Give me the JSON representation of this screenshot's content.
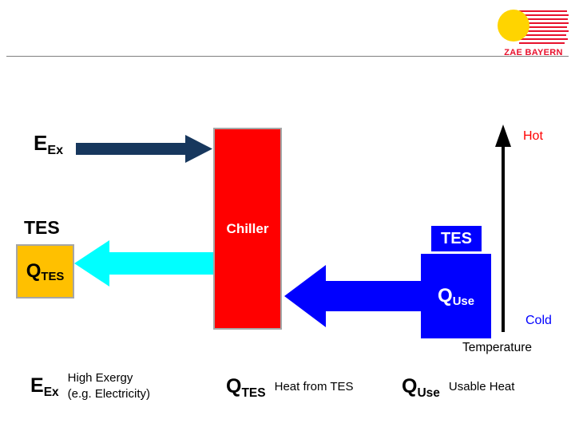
{
  "logo": {
    "label": "ZAE BAYERN"
  },
  "diagram": {
    "exergy_input": {
      "base": "E",
      "sub": "Ex"
    },
    "chiller_label": "Chiller",
    "tes_heading": "TES",
    "q_tes": {
      "base": "Q",
      "sub": "TES"
    },
    "tes_box_label": "TES",
    "q_use": {
      "base": "Q",
      "sub": "Use"
    },
    "axis": {
      "hot": "Hot",
      "cold": "Cold",
      "title": "Temperature"
    }
  },
  "legend": {
    "items": [
      {
        "base": "E",
        "sub": "Ex",
        "desc1": "High Exergy",
        "desc2": "(e.g. Electricity)"
      },
      {
        "base": "Q",
        "sub": "TES",
        "desc1": "Heat from TES"
      },
      {
        "base": "Q",
        "sub": "Use",
        "desc1": "Usable Heat"
      }
    ]
  },
  "colors": {
    "chiller_box": "#ff0000",
    "tes_box": "#ffc000",
    "use_box": "#0000ff",
    "exergy_arrow": "#17375d",
    "tes_heat_arrow": "#00ffff",
    "usable_heat_arrow": "#0000ff",
    "hot_text": "#ff0000",
    "cold_text": "#0000ff",
    "axis_arrow": "#000000",
    "logo_red": "#e8112d",
    "logo_yellow": "#ffd400"
  }
}
